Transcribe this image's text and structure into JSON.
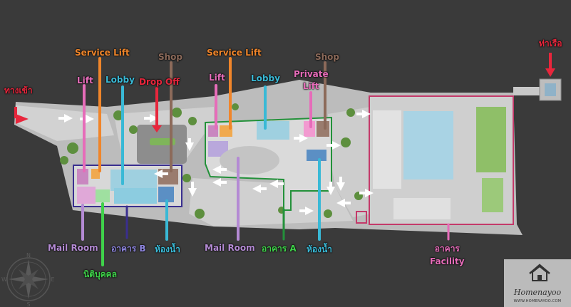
{
  "labels": {
    "entrance": "ทางเข้า",
    "pier": "ท่าเรือ",
    "service_lift_b": "Service Lift",
    "shop_b": "Shop",
    "lift_b": "Lift",
    "lobby_b": "Lobby",
    "drop_off": "Drop Off",
    "service_lift_a": "Service Lift",
    "shop_a": "Shop",
    "lift_a": "Lift",
    "lobby_a": "Lobby",
    "private_lift": "Private\nLift",
    "mail_room_b": "Mail Room",
    "building_b": "อาคาร B",
    "restroom_b": "ห้องน้ำ",
    "juristic": "นิติบุคคล",
    "mail_room_a": "Mail Room",
    "building_a": "อาคาร A",
    "restroom_a": "ห้องน้ำ",
    "facility": "อาคาร\nFacility"
  },
  "watermark": {
    "brand": "Homenayoo",
    "url": "WWW.HOMENAYOO.COM"
  },
  "compass": {
    "north": "N",
    "east": "E",
    "south": "S",
    "west": "W"
  },
  "colors": {
    "background": "#3a3a3a",
    "red": "#e8263c",
    "orange": "#f0852a",
    "pink": "#e66cb9",
    "teal": "#39b9d6",
    "lilac": "#b48ad4",
    "green": "#3fd24a",
    "building_b": "#3a2f8f",
    "building_a": "#23913a",
    "facility": "#c43a6a",
    "shop": "#8c6a5a"
  }
}
